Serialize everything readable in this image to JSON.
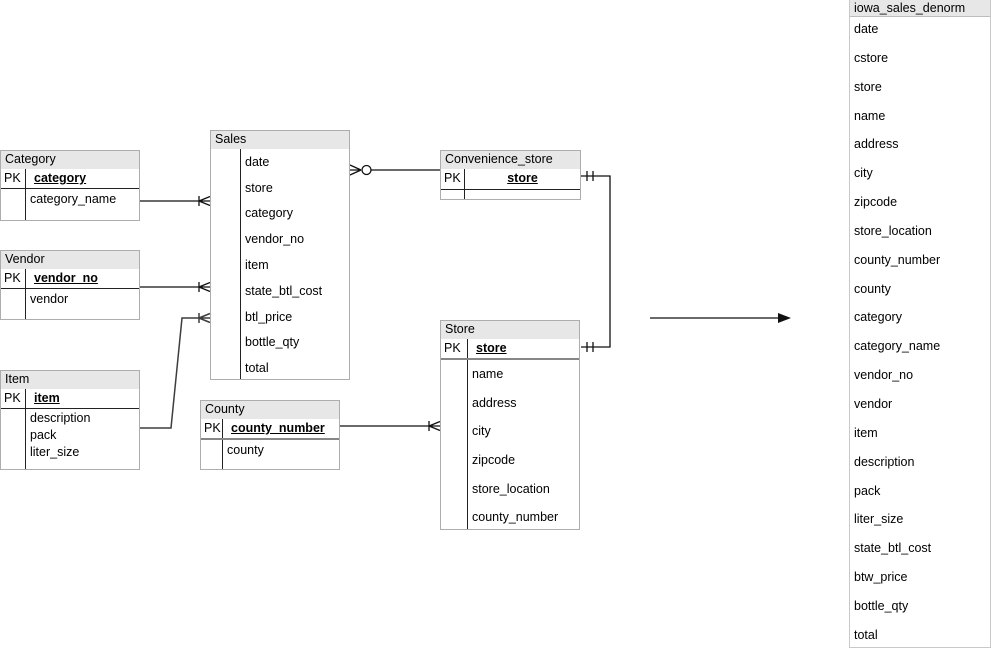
{
  "diagram": {
    "entities": [
      {
        "id": "category",
        "title": "Category",
        "pk_label": "PK",
        "pk_fields": [
          "category"
        ],
        "fields": [
          "category_name"
        ]
      },
      {
        "id": "vendor",
        "title": "Vendor",
        "pk_label": "PK",
        "pk_fields": [
          "vendor_no"
        ],
        "fields": [
          "vendor"
        ]
      },
      {
        "id": "item",
        "title": "Item",
        "pk_label": "PK",
        "pk_fields": [
          "item"
        ],
        "fields": [
          "description",
          "pack",
          "liter_size"
        ]
      },
      {
        "id": "sales",
        "title": "Sales",
        "pk_label": "",
        "pk_fields": [],
        "fields": [
          "date",
          "store",
          "category",
          "vendor_no",
          "item",
          "state_btl_cost",
          "btl_price",
          "bottle_qty",
          "total"
        ]
      },
      {
        "id": "convenience_store",
        "title": "Convenience_store",
        "pk_label": "PK",
        "pk_fields": [
          "store"
        ],
        "fields": []
      },
      {
        "id": "store",
        "title": "Store",
        "pk_label": "PK",
        "pk_fields": [
          "store"
        ],
        "fields": [
          "name",
          "address",
          "city",
          "zipcode",
          "store_location",
          "county_number"
        ]
      },
      {
        "id": "county",
        "title": "County",
        "pk_label": "PK",
        "pk_fields": [
          "county_number"
        ],
        "fields": [
          "county"
        ]
      }
    ],
    "denorm_table": {
      "title": "iowa_sales_denorm",
      "fields": [
        "date",
        "cstore",
        "store",
        "name",
        "address",
        "city",
        "zipcode",
        "store_location",
        "county_number",
        "county",
        "category",
        "category_name",
        "vendor_no",
        "vendor",
        "item",
        "description",
        "pack",
        "liter_size",
        "state_btl_cost",
        "btw_price",
        "bottle_qty",
        "total"
      ]
    },
    "relationships": [
      {
        "from": "Category",
        "to": "Sales",
        "notation": "one-to-many"
      },
      {
        "from": "Vendor",
        "to": "Sales",
        "notation": "one-to-many"
      },
      {
        "from": "Item",
        "to": "Sales",
        "notation": "one-to-many"
      },
      {
        "from": "Convenience_store",
        "to": "Sales",
        "notation": "one-to-many-optional"
      },
      {
        "from": "Convenience_store",
        "to": "Store",
        "notation": "one-to-one"
      },
      {
        "from": "County",
        "to": "Store",
        "notation": "one-to-many"
      },
      {
        "from": "diagram",
        "to": "iowa_sales_denorm",
        "notation": "arrow"
      }
    ],
    "colors": {
      "header_bg": "#e7e7e7",
      "entity_border": "#adadad",
      "inner_divider": "#222222",
      "thick_divider": "#878787",
      "connector_line": "#111111",
      "denorm_border": "#c9c9c9"
    }
  }
}
